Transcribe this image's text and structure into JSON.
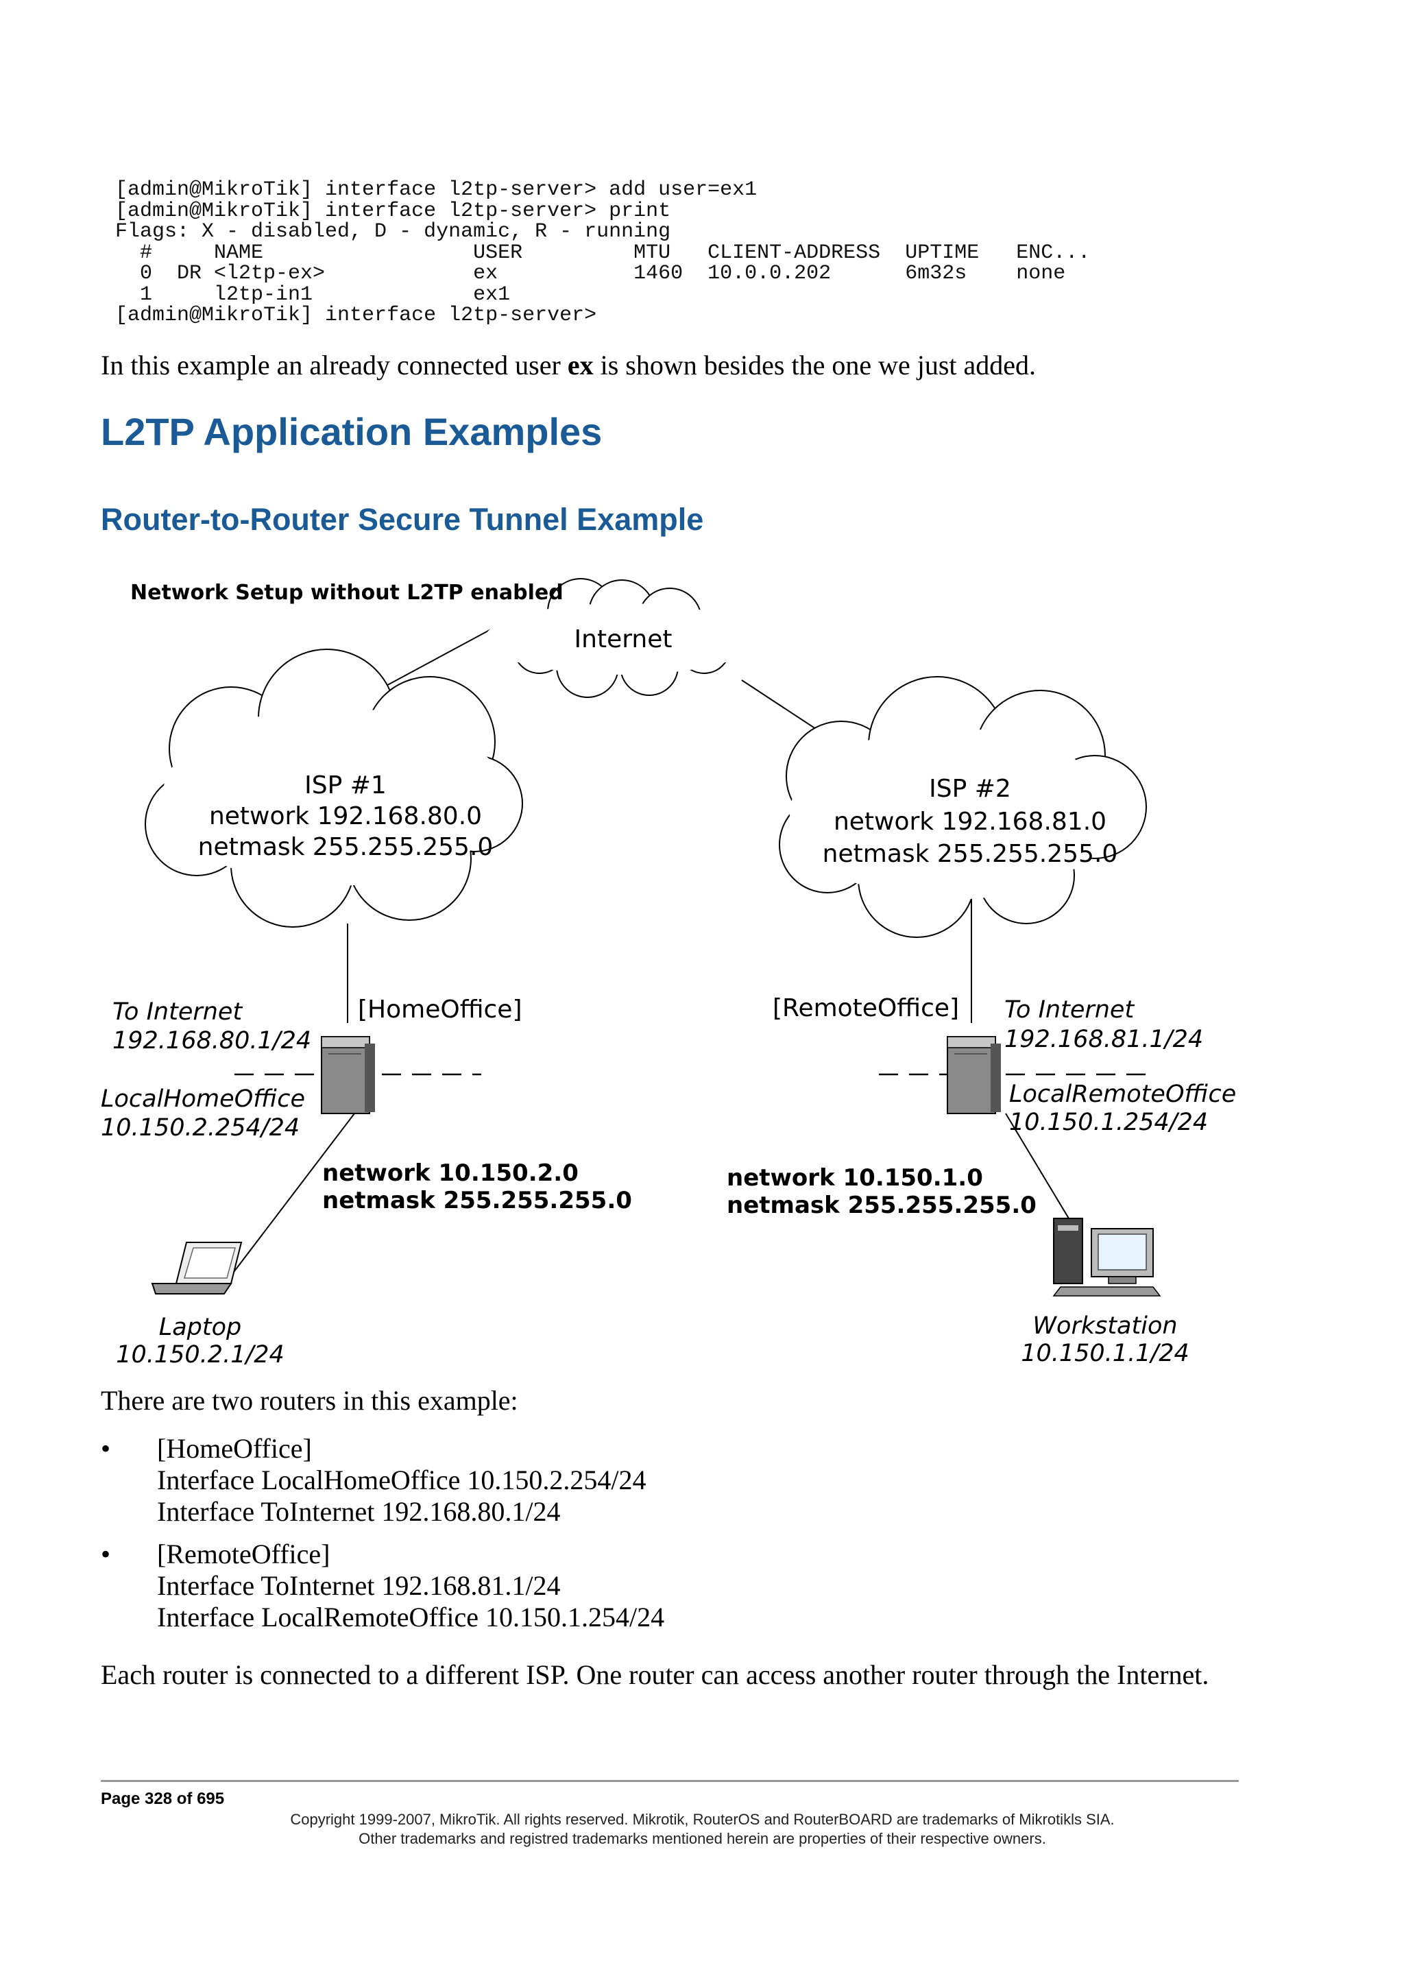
{
  "code_block": "[admin@MikroTik] interface l2tp-server> add user=ex1\n[admin@MikroTik] interface l2tp-server> print\nFlags: X - disabled, D - dynamic, R - running\n  #     NAME                 USER         MTU   CLIENT-ADDRESS  UPTIME   ENC...\n  0  DR <l2tp-ex>            ex           1460  10.0.0.202      6m32s    none\n  1     l2tp-in1             ex1\n[admin@MikroTik] interface l2tp-server>",
  "intro": {
    "before": "In this example an already connected user ",
    "bold": "ex",
    "after": " is shown besides the one we just added."
  },
  "heading1": "L2TP Application Examples",
  "heading2": "Router-to-Router Secure Tunnel Example",
  "diagram": {
    "title": "Network Setup without L2TP enabled",
    "internet_label": "Internet",
    "isp1": {
      "name": "ISP #1",
      "network": "network 192.168.80.0",
      "netmask": "netmask 255.255.255.0"
    },
    "isp2": {
      "name": "ISP #2",
      "network": "network 192.168.81.0",
      "netmask": "netmask 255.255.255.0"
    },
    "home": {
      "router_label": "[HomeOffice]",
      "to_internet": "To Internet",
      "to_internet_ip": "192.168.80.1/24",
      "local_name": "LocalHomeOffice",
      "local_ip": "10.150.2.254/24",
      "network": "network 10.150.2.0",
      "netmask": "netmask 255.255.255.0",
      "device_name": "Laptop",
      "device_ip": "10.150.2.1/24"
    },
    "remote": {
      "router_label": "[RemoteOffice]",
      "to_internet": "To Internet",
      "to_internet_ip": "192.168.81.1/24",
      "local_name": "LocalRemoteOffice",
      "local_ip": "10.150.1.254/24",
      "network": "network 10.150.1.0",
      "netmask": "netmask 255.255.255.0",
      "device_name": "Workstation",
      "device_ip": "10.150.1.1/24"
    }
  },
  "routers_intro": "There are two routers in this example:",
  "bullets": [
    {
      "symbol": "•",
      "lines": [
        "[HomeOffice]",
        "Interface LocalHomeOffice 10.150.2.254/24",
        "Interface ToInternet 192.168.80.1/24"
      ]
    },
    {
      "symbol": "•",
      "lines": [
        "[RemoteOffice]",
        "Interface ToInternet 192.168.81.1/24",
        "Interface LocalRemoteOffice 10.150.1.254/24"
      ]
    }
  ],
  "closing": "Each router is connected to a different ISP. One router can access another router through the Internet.",
  "footer": {
    "page": "Page 328 of 695",
    "copyright_line1": "Copyright 1999-2007, MikroTik. All rights reserved. Mikrotik, RouterOS and RouterBOARD are trademarks of Mikrotikls SIA.",
    "copyright_line2": "Other trademarks and registred trademarks mentioned herein are properties of their respective owners."
  }
}
